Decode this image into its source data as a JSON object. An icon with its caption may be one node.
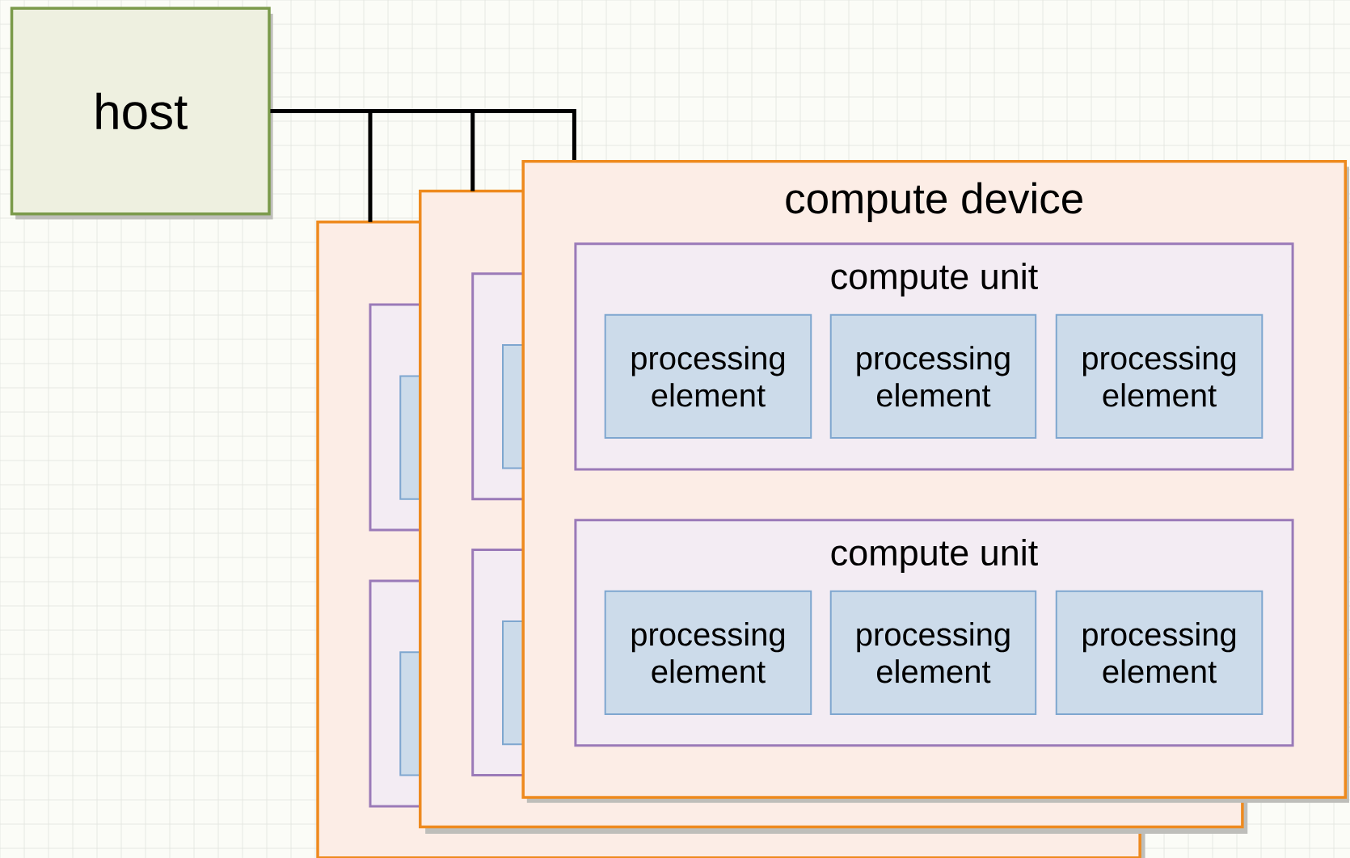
{
  "diagram": {
    "nodes": [
      {
        "text": [
          "host"
        ]
      },
      {
        "text": [
          "compute device"
        ]
      },
      {
        "text": [
          "compute unit"
        ],
        "in": 1
      },
      {
        "text": [
          "processing element"
        ],
        "in": 2
      },
      {
        "text": [
          "processing element"
        ],
        "in": 2
      },
      {
        "text": [
          "processing element"
        ],
        "in": 2
      },
      {
        "text": [
          "compute unit"
        ],
        "in": 1
      },
      {
        "text": [
          "processing element"
        ],
        "in": 6
      },
      {
        "text": [
          "processing element"
        ],
        "in": 6
      },
      {
        "text": [
          "processing element"
        ],
        "in": 6
      }
    ],
    "edges": [
      {
        "from": 0,
        "to": 1,
        "arrow": "none"
      },
      {
        "from": 0,
        "to": null,
        "arrow": "none"
      },
      {
        "from": 0,
        "to": null,
        "arrow": "none"
      }
    ]
  }
}
